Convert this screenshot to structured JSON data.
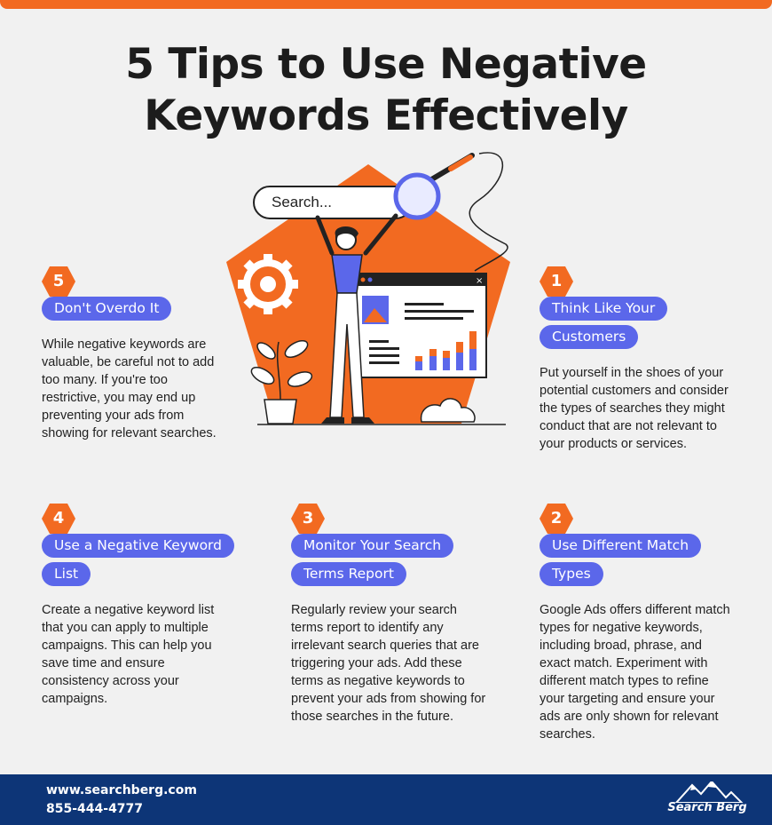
{
  "title": {
    "line1": "5 Tips to Use Negative",
    "line2": "Keywords Effectively"
  },
  "hero": {
    "search_placeholder": "Search..."
  },
  "colors": {
    "accent": "#f26a21",
    "pill": "#5b67ea",
    "footer": "#0d3577"
  },
  "tips": [
    {
      "number": "5",
      "heading_lines": [
        "Don't Overdo It"
      ],
      "body": "While negative keywords are valuable, be careful not to add too many. If you're too restrictive, you may end up preventing your ads from showing for relevant searches."
    },
    {
      "number": "1",
      "heading_lines": [
        "Think Like Your",
        "Customers"
      ],
      "body": "Put yourself in the shoes of your potential customers and consider the types of searches they might conduct that are not relevant to your products or services."
    },
    {
      "number": "4",
      "heading_lines": [
        "Use a Negative Keyword",
        "List"
      ],
      "body": "Create a negative keyword list that you can apply to multiple campaigns. This can help you save time and ensure consistency across your campaigns."
    },
    {
      "number": "3",
      "heading_lines": [
        "Monitor Your Search",
        "Terms Report"
      ],
      "body": "Regularly review your search terms report to identify any irrelevant search queries that are triggering your ads. Add these terms as negative keywords to prevent your ads from showing for those searches in the future."
    },
    {
      "number": "2",
      "heading_lines": [
        "Use Different Match",
        "Types"
      ],
      "body": "Google Ads offers different match types for negative keywords, including broad, phrase, and exact match. Experiment with different match types to refine your targeting and ensure your ads are only shown for relevant searches."
    }
  ],
  "footer": {
    "website": "www.searchberg.com",
    "phone": "855-444-4777",
    "logo_text": "Search Berg"
  }
}
